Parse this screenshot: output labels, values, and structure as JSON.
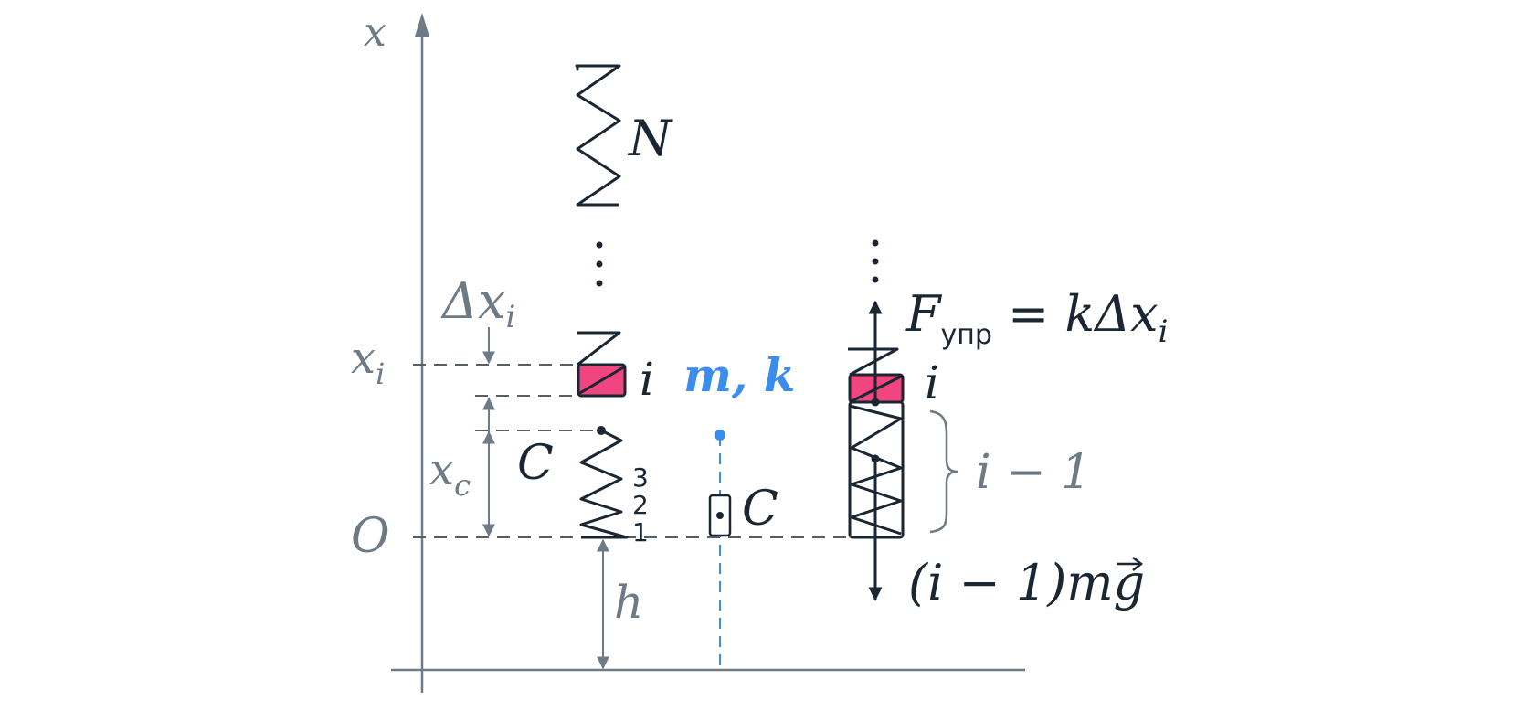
{
  "colors": {
    "ink": "#1a2733",
    "gray": "#6e7b85",
    "blue": "#3b8ded",
    "pink": "#f0457e",
    "dash": "#555f66"
  },
  "axis": {
    "x_label": "x",
    "xi_label": "x",
    "xi_sub": "i",
    "origin_label": "O"
  },
  "left_spring": {
    "top_label": "N",
    "mass_label": "i",
    "center_label": "C",
    "turn_labels": [
      "3",
      "2",
      "1"
    ]
  },
  "dims": {
    "delta_prefix": "Δx",
    "delta_sub": "i",
    "xc_main": "x",
    "xc_sub": "c",
    "height_label": "h"
  },
  "params": {
    "mk_label": "m, k",
    "center_label": "C"
  },
  "right_spring": {
    "mass_label": "i",
    "brace_label": "i − 1",
    "force_up_main": "F",
    "force_up_sub": "упр",
    "force_up_eq": " = kΔx",
    "force_up_eq_sub": "i",
    "force_down_label": "(i − 1)mg"
  }
}
